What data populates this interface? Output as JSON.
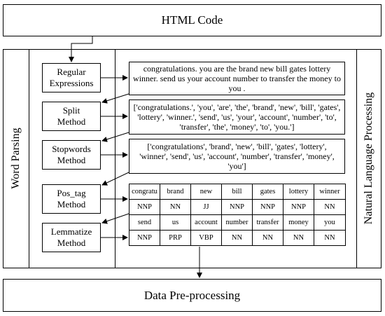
{
  "header": {
    "title": "HTML Code"
  },
  "footer": {
    "title": "Data Pre-processing"
  },
  "left_label": "Word Parsing",
  "right_label": "Natural Language Processing",
  "methods": [
    {
      "line1": "Regular",
      "line2": "Expressions"
    },
    {
      "line1": "Split",
      "line2": "Method"
    },
    {
      "line1": "Stopwords",
      "line2": "Method"
    },
    {
      "line1": "Pos_tag",
      "line2": "Method"
    },
    {
      "line1": "Lemmatize",
      "line2": "Method"
    }
  ],
  "outputs": {
    "regex": "congratulations. you are the brand new bill gates lottery winner. send us your account number to transfer the money to you .",
    "split": "['congratulations.', 'you', 'are', 'the', 'brand', 'new', 'bill', 'gates', 'lottery', 'winner.', 'send', 'us', 'your', 'account', 'number', 'to', 'transfer', 'the', 'money', 'to', 'you.']",
    "stopwords": "['congratulations', 'brand', 'new', 'bill', 'gates', 'lottery', 'winner', 'send', 'us', 'account', 'number', 'transfer', 'money', 'you']"
  },
  "pos_table": {
    "rows": [
      [
        "congratu",
        "brand",
        "new",
        "bill",
        "gates",
        "lottery",
        "winner"
      ],
      [
        "NNP",
        "NN",
        "JJ",
        "NNP",
        "NNP",
        "NNP",
        "NN"
      ],
      [
        "send",
        "us",
        "account",
        "number",
        "transfer",
        "money",
        "you"
      ],
      [
        "NNP",
        "PRP",
        "VBP",
        "NN",
        "NN",
        "NN",
        "NN"
      ]
    ]
  }
}
